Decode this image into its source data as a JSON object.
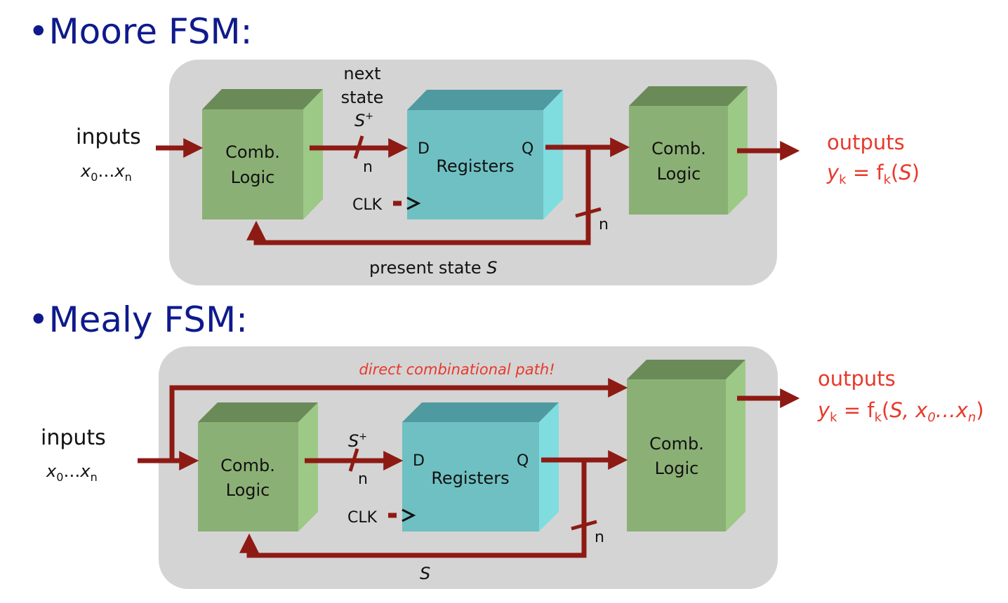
{
  "colors": {
    "heading": "#0e1a8c",
    "panel": "#d4d4d4",
    "wire": "#8e1a14",
    "output_text": "#e8392b",
    "comb_logic_front": "#8bb075",
    "comb_logic_top": "#6a8a58",
    "comb_logic_side": "#9cc985",
    "registers_front": "#6fc0c2",
    "registers_top": "#4f9aa0",
    "registers_side": "#7fdde0"
  },
  "moore": {
    "heading": "•Moore FSM:",
    "inputs_label": "inputs",
    "inputs_vars": {
      "x": "x",
      "sub0": "0",
      "dots": "…",
      "x2": "x",
      "subn": "n"
    },
    "comb_logic_1": [
      "Comb.",
      "Logic"
    ],
    "registers": "Registers",
    "port_d": "D",
    "port_q": "Q",
    "next_state": [
      "next",
      "state"
    ],
    "s_plus": {
      "s": "S",
      "sup": "+"
    },
    "bus_width_1": "n",
    "bus_width_2": "n",
    "clk": "CLK",
    "feedback_label": "present state ",
    "feedback_var": "S",
    "comb_logic_2": [
      "Comb.",
      "Logic"
    ],
    "outputs_label": "outputs",
    "outputs_eq": {
      "y": "y",
      "sub": "k",
      "mid": " = f",
      "fsub": "k",
      "open": "(",
      "arg": "S",
      "close": ")"
    }
  },
  "mealy": {
    "heading": "•Mealy FSM:",
    "direct_path": "direct combinational path!",
    "inputs_label": "inputs",
    "inputs_vars": {
      "x": "x",
      "sub0": "0",
      "dots": "…",
      "x2": "x",
      "subn": "n"
    },
    "comb_logic_1": [
      "Comb.",
      "Logic"
    ],
    "registers": "Registers",
    "port_d": "D",
    "port_q": "Q",
    "s_plus": {
      "s": "S",
      "sup": "+"
    },
    "bus_width_1": "n",
    "bus_width_2": "n",
    "clk": "CLK",
    "feedback_var": "S",
    "comb_logic_2": [
      "Comb.",
      "Logic"
    ],
    "outputs_label": "outputs",
    "outputs_eq": {
      "y": "y",
      "sub": "k",
      "mid": " = f",
      "fsub": "k",
      "open": "(",
      "arg": "S, x",
      "argsub0": "0",
      "dots": "…x",
      "argsubn": "n",
      "close": ")"
    }
  }
}
